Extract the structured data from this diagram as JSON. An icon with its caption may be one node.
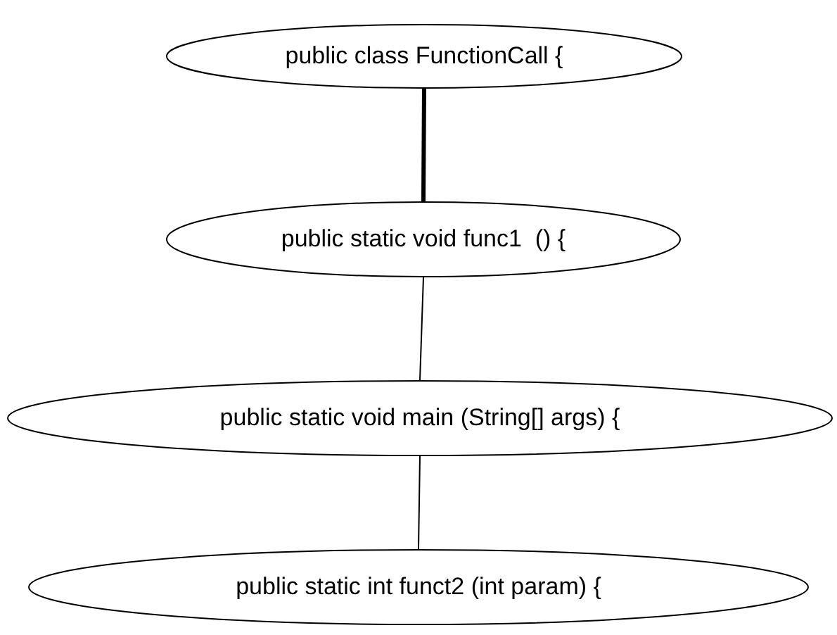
{
  "diagram": {
    "nodes": [
      {
        "text": [
          "public class FunctionCall {"
        ]
      },
      {
        "text": [
          "public static void func1  () {"
        ]
      },
      {
        "text": [
          "public static void main (String[] args) {"
        ]
      },
      {
        "text": [
          "public static int funct2 (int param) {"
        ]
      }
    ],
    "edges": [
      {
        "from": 0,
        "to": 1,
        "arrow": "none",
        "style": "thick"
      },
      {
        "from": 1,
        "to": 2,
        "arrow": "none"
      },
      {
        "from": 2,
        "to": 3,
        "arrow": "none"
      }
    ]
  }
}
